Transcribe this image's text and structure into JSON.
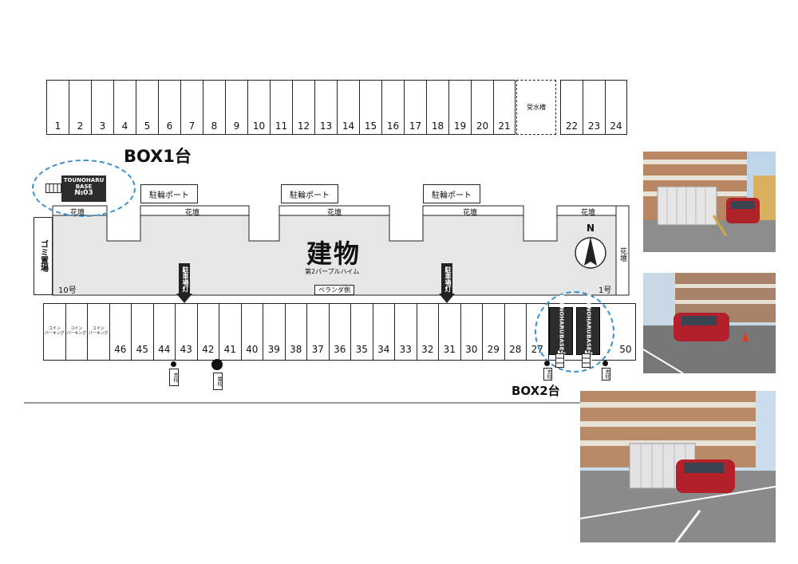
{
  "top_row": {
    "slots_left": [
      "1",
      "2",
      "3",
      "4",
      "5",
      "6",
      "7",
      "8",
      "9",
      "10",
      "11",
      "12",
      "13",
      "14",
      "15",
      "16",
      "17",
      "18",
      "19",
      "20",
      "21"
    ],
    "water_tank": "受水槽",
    "slots_right": [
      "22",
      "23",
      "24"
    ]
  },
  "box1_label": "BOX1台",
  "box2_label": "BOX2台",
  "box_03": {
    "line1": "TOUNOHARU",
    "line2": "BASE",
    "line3": "№03"
  },
  "box_02": {
    "line1": "TOUNOHARU",
    "line2": "BASE",
    "line3": "№02"
  },
  "box_01": {
    "line1": "TOUNOHARU",
    "line2": "BASE",
    "line3": "№01"
  },
  "bike_ports": [
    "駐輪ポート",
    "駐輪ポート",
    "駐輪ポート"
  ],
  "flower_beds": [
    "花壇",
    "花壇",
    "花壇",
    "花壇",
    "花壇"
  ],
  "flower_bed_right": "花壇",
  "garbage": "ゴミ置場",
  "building": {
    "title": "建物",
    "subtitle": "第2パープルハイム",
    "veranda": "ベランダ側",
    "unit_left": "10号",
    "unit_right": "1号"
  },
  "north": "N",
  "lamp_labels": [
    "駐車場灯",
    "駐車場灯"
  ],
  "bottom_row": {
    "coin": [
      "コイン\nパーキング",
      "コイン\nパーキング",
      "コイン\nパーキング"
    ],
    "slots_left": [
      "46",
      "45",
      "44",
      "43",
      "42",
      "41",
      "40",
      "39",
      "38",
      "37",
      "36",
      "35",
      "34",
      "33",
      "32",
      "31",
      "30",
      "29",
      "28",
      "27"
    ],
    "slot_end": "50"
  },
  "pole_labels": {
    "support": "支柱",
    "power": "電柱"
  }
}
